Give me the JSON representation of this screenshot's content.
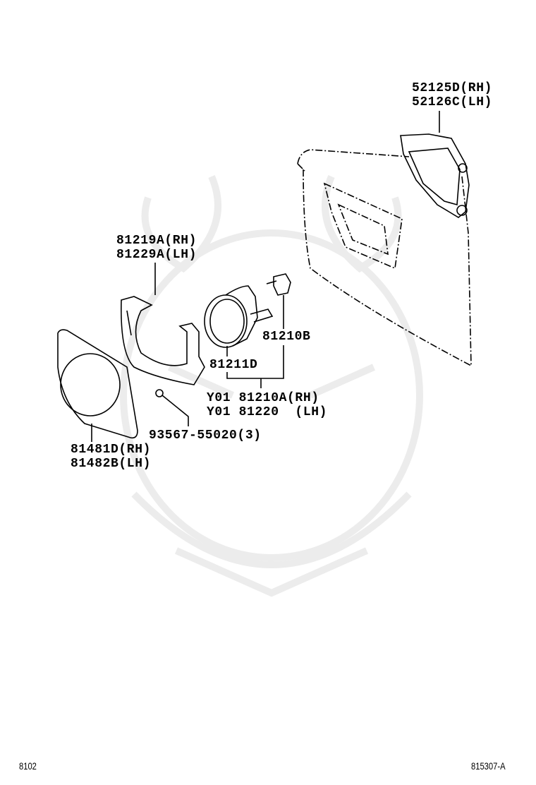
{
  "callouts": {
    "bracket_upper": {
      "rh": "52125D(RH)",
      "lh": "52126C(LH)"
    },
    "retainer": {
      "rh": "81219A(RH)",
      "lh": "81229A(LH)"
    },
    "bulb": "81210B",
    "lens_unit": "81211D",
    "fog_lamp_assy": {
      "rh": "Y01 81210A(RH)",
      "lh": "Y01 81220  (LH)"
    },
    "screw": "93567-55020(3)",
    "cover": {
      "rh": "81481D(RH)",
      "lh": "81482B(LH)"
    }
  },
  "footer": {
    "left_code": "8102",
    "right_code": "815307-A"
  },
  "colors": {
    "line": "#000000",
    "watermark": "#ececec"
  }
}
